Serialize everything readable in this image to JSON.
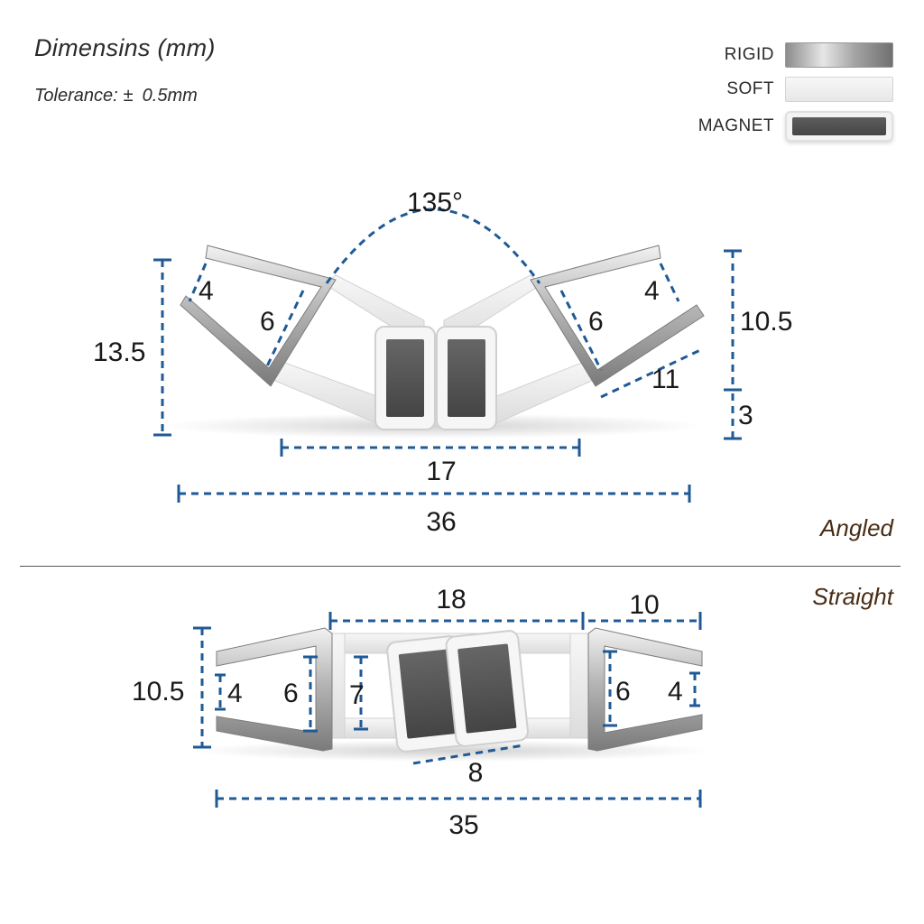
{
  "header": {
    "title": "Dimensins (mm)",
    "tolerance_label": "Tolerance:",
    "tolerance_symbol": "±",
    "tolerance_value": "0.5mm"
  },
  "legend": [
    {
      "label": "RIGID"
    },
    {
      "label": "SOFT"
    },
    {
      "label": "MAGNET"
    }
  ],
  "colors": {
    "dimension_line": "#1f5a96",
    "section_label": "#4a2c14",
    "magnet": "#4f4f4f",
    "soft": "#ececec",
    "rigid": "#a6a6a6"
  },
  "angled": {
    "section_label": "Angled",
    "angle": "135°",
    "dims": {
      "height_left": "13.5",
      "lip_left": "4",
      "depth_left": "6",
      "lip_right": "4",
      "depth_right": "6",
      "height_right": "10.5",
      "base_right": "3",
      "arm_length": "11",
      "center_width": "17",
      "overall_width": "36"
    }
  },
  "straight": {
    "section_label": "Straight",
    "dims": {
      "center_width": "18",
      "side_width": "10",
      "height_left": "10.5",
      "lip_left": "4",
      "depth_left": "6",
      "inner_height": "7",
      "depth_right": "6",
      "lip_right": "4",
      "magnet_width": "8",
      "overall_width": "35"
    }
  }
}
